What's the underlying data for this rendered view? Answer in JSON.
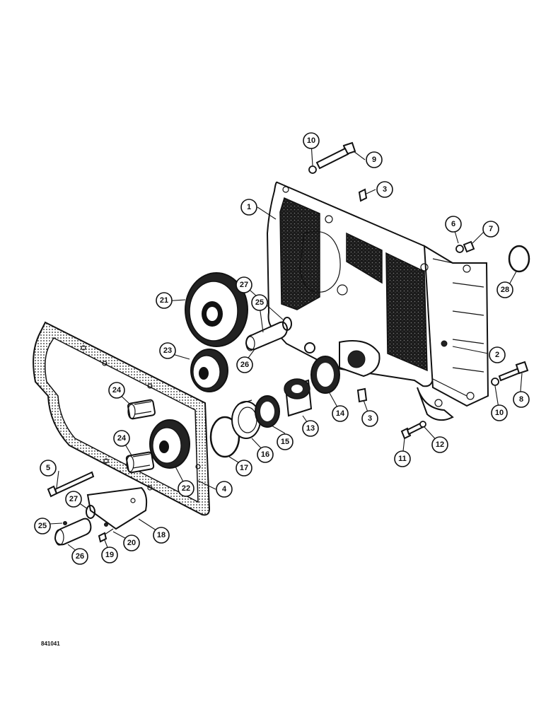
{
  "figure_code": "841041",
  "callouts": [
    {
      "id": "c1",
      "label": "1"
    },
    {
      "id": "c2",
      "label": "2"
    },
    {
      "id": "c3a",
      "label": "3"
    },
    {
      "id": "c3b",
      "label": "3"
    },
    {
      "id": "c4",
      "label": "4"
    },
    {
      "id": "c5",
      "label": "5"
    },
    {
      "id": "c6",
      "label": "6"
    },
    {
      "id": "c7",
      "label": "7"
    },
    {
      "id": "c8",
      "label": "8"
    },
    {
      "id": "c9",
      "label": "9"
    },
    {
      "id": "c10a",
      "label": "10"
    },
    {
      "id": "c10b",
      "label": "10"
    },
    {
      "id": "c11",
      "label": "11"
    },
    {
      "id": "c12",
      "label": "12"
    },
    {
      "id": "c13",
      "label": "13"
    },
    {
      "id": "c14",
      "label": "14"
    },
    {
      "id": "c15",
      "label": "15"
    },
    {
      "id": "c16",
      "label": "16"
    },
    {
      "id": "c17",
      "label": "17"
    },
    {
      "id": "c18",
      "label": "18"
    },
    {
      "id": "c19",
      "label": "19"
    },
    {
      "id": "c20",
      "label": "20"
    },
    {
      "id": "c21",
      "label": "21"
    },
    {
      "id": "c22",
      "label": "22"
    },
    {
      "id": "c23",
      "label": "23"
    },
    {
      "id": "c24a",
      "label": "24"
    },
    {
      "id": "c24b",
      "label": "24"
    },
    {
      "id": "c25a",
      "label": "25"
    },
    {
      "id": "c25b",
      "label": "25"
    },
    {
      "id": "c26a",
      "label": "26"
    },
    {
      "id": "c26b",
      "label": "26"
    },
    {
      "id": "c27a",
      "label": "27"
    },
    {
      "id": "c27b",
      "label": "27"
    },
    {
      "id": "c28",
      "label": "28"
    }
  ]
}
